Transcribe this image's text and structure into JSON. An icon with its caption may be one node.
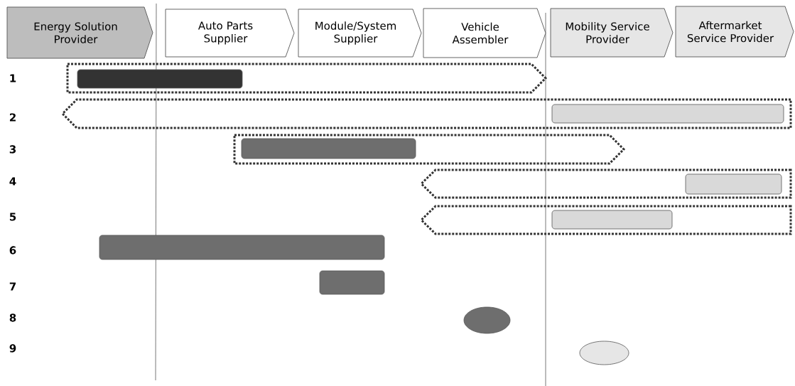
{
  "diagram": {
    "nodes": [
      {
        "text": [
          "Energy Solution Provider"
        ]
      },
      {
        "text": [
          "Auto Parts Supplier"
        ]
      },
      {
        "text": [
          "Module/System Supplier"
        ]
      },
      {
        "text": [
          "Vehicle Assembler"
        ]
      },
      {
        "text": [
          "Mobility Service Provider"
        ]
      },
      {
        "text": [
          "Aftermarket Service Provider"
        ]
      },
      {
        "text": [],
        "shape": "arrow"
      },
      {
        "text": [],
        "shape": "bar",
        "in": 6
      },
      {
        "text": [],
        "shape": "arrow"
      },
      {
        "text": [],
        "shape": "bar",
        "in": 8
      },
      {
        "text": [],
        "shape": "arrow"
      },
      {
        "text": [],
        "shape": "bar",
        "in": 10
      },
      {
        "text": [],
        "shape": "arrow"
      },
      {
        "text": [],
        "shape": "bar",
        "in": 12
      },
      {
        "text": [],
        "shape": "arrow"
      },
      {
        "text": [],
        "shape": "bar",
        "in": 14
      },
      {
        "text": [],
        "shape": "bar"
      },
      {
        "text": [],
        "shape": "bar"
      },
      {
        "text": [],
        "shape": "ellipse"
      },
      {
        "text": [],
        "shape": "ellipse"
      }
    ],
    "labels": [
      "1",
      "2",
      "3",
      "4",
      "5",
      "6",
      "7",
      "8",
      "9"
    ]
  }
}
